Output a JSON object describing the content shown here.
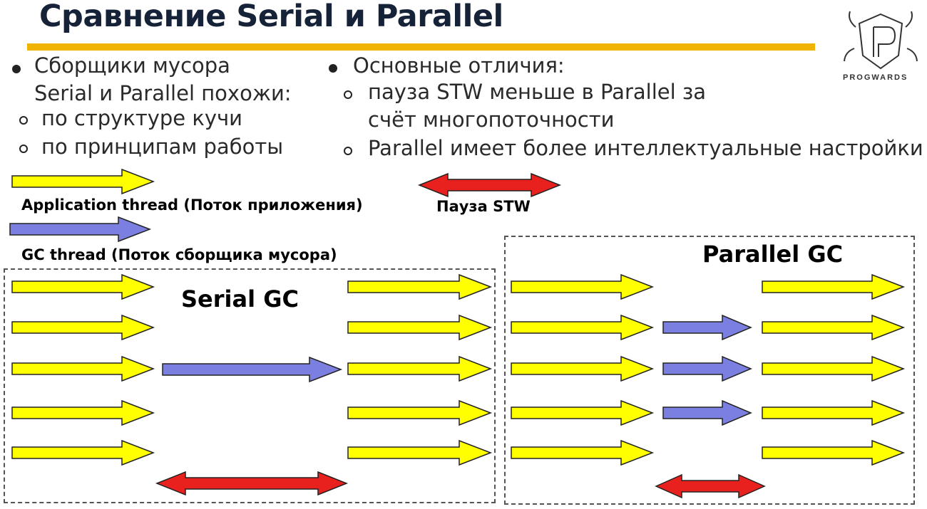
{
  "title": "Сравнение Serial и Parallel",
  "logo": {
    "text": "PROGWARDS"
  },
  "left_points": {
    "main": [
      "Сборщики мусора",
      "Serial и Parallel похожи:"
    ],
    "subs": [
      "по структуре кучи",
      "по принципам работы"
    ]
  },
  "right_points": {
    "main": "Основные отличия:",
    "subs": [
      [
        "пауза  STW меньше в Parallel за",
        "счёт многопоточности"
      ],
      [
        "Parallel имеет более интеллектуальные настройки"
      ]
    ]
  },
  "legend": {
    "app_thread": "Application thread (Поток приложения)",
    "gc_thread": "GC thread (Поток сборщика мусора)",
    "stw_pause": "Пауза STW"
  },
  "panels": {
    "serial": {
      "title": "Serial GC",
      "app_threads": 5,
      "gc_threads": 1
    },
    "parallel": {
      "title": "Parallel GC",
      "app_threads": 5,
      "gc_threads": 3
    }
  },
  "colors": {
    "app_thread": "#ffff00",
    "gc_thread": "#7b7fe0",
    "stw_pause": "#e8201e",
    "title_bar": "#f0b400",
    "title_text": "#152238"
  }
}
